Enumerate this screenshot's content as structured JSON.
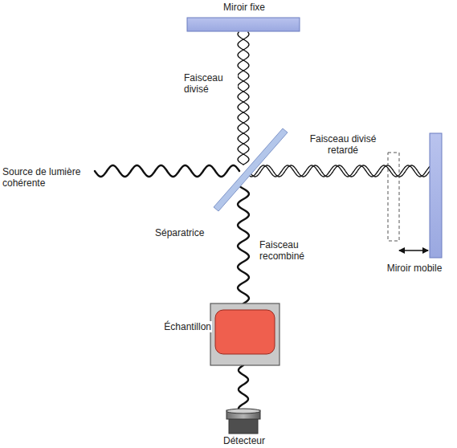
{
  "diagram": {
    "labels": [
      "Miroir fixe",
      "Faisceau divisé",
      "Faisceau divisé retardé",
      "Source de lumière cohérente",
      "Séparatrice",
      "Faisceau recombiné",
      "Miroir mobile",
      "Échantillon",
      "Détecteur"
    ]
  }
}
